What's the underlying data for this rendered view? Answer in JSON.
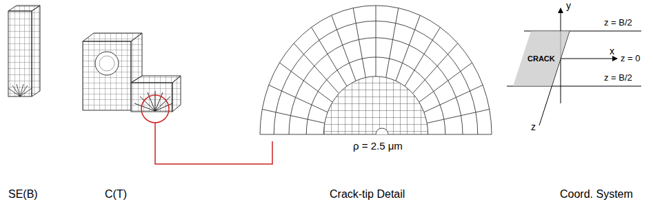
{
  "diagram": {
    "nodes": [
      {
        "text": [
          "CRACK"
        ]
      }
    ],
    "labels": [
      "SE(B)",
      "C(T)",
      "Crack-tip Detail",
      "Coord. System",
      "ρ = 2.5 μm",
      "y",
      "x",
      "z",
      "z = B/2",
      "z = 0",
      "z = B/2"
    ]
  }
}
